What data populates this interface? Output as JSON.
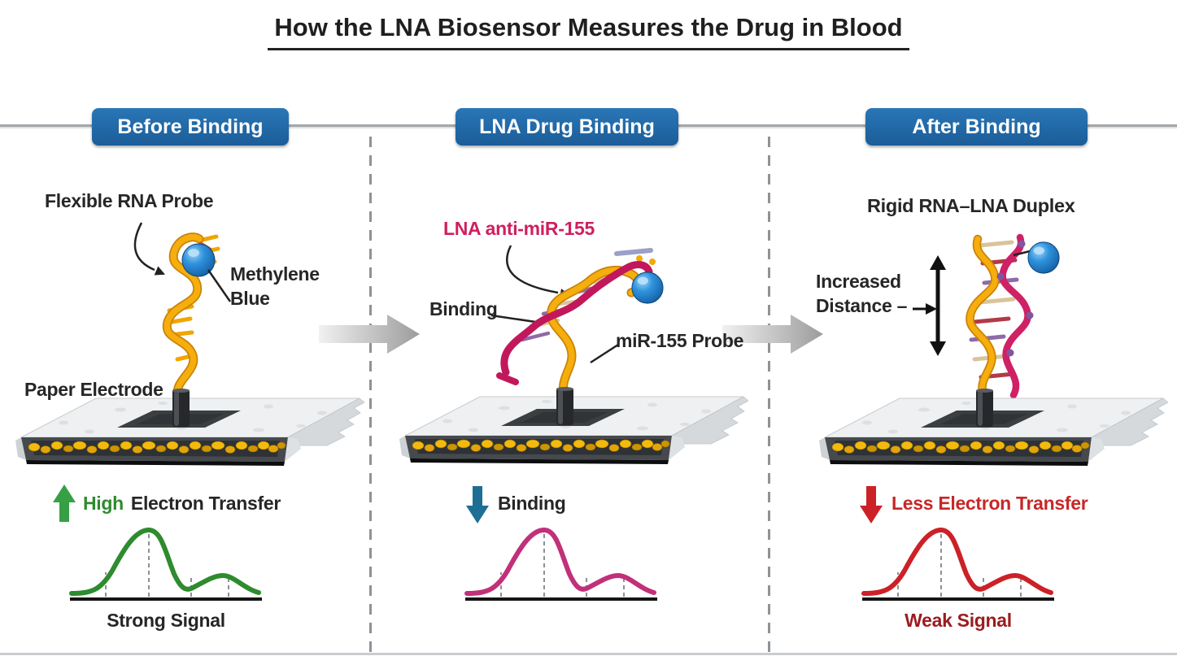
{
  "title": "How the LNA Biosensor Measures the Drug in Blood",
  "panel1": {
    "header": "Before Binding",
    "probe_label": "Flexible RNA Probe",
    "tag_label_line1": "Methylene",
    "tag_label_line2": "Blue",
    "electrode_label": "Paper Electrode",
    "transfer_highlight": "High",
    "transfer_rest": "Electron Transfer",
    "signal_caption": "Strong Signal"
  },
  "panel2": {
    "header": "LNA Drug Binding",
    "lna_label": "LNA anti-miR-155",
    "binding_label": "Binding",
    "probe_label": "miR-155 Probe",
    "transfer_label": "Binding"
  },
  "panel3": {
    "header": "After Binding",
    "duplex_label": "Rigid RNA–LNA Duplex",
    "distance_line1": "Increased",
    "distance_line2": "Distance –",
    "transfer_label": "Less Electron Transfer",
    "signal_caption": "Weak Signal"
  },
  "colors": {
    "header_blue": "#1f67a8",
    "accent_magenta": "#cf1f5e",
    "accent_green": "#2e8b2e",
    "accent_red": "#c62828",
    "weak_signal_red": "#9b1c20",
    "probe_gold": "#f2a90a",
    "methylene_blue": "#1e7fd6",
    "arrow_teal": "#1d6f94"
  }
}
